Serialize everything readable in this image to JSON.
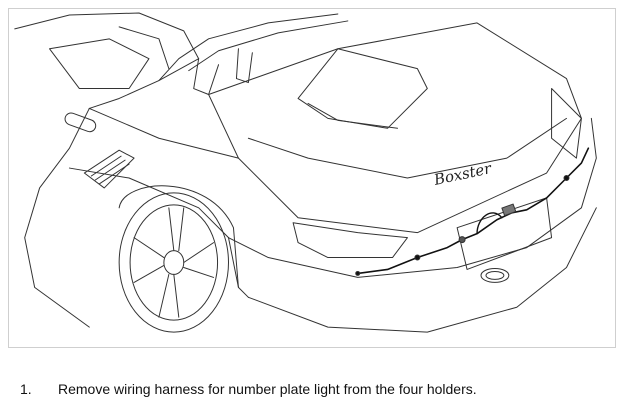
{
  "illustration": {
    "badge_text": "Boxster"
  },
  "step": {
    "number": "1.",
    "text": "Remove wiring harness for number plate light from the four holders."
  }
}
